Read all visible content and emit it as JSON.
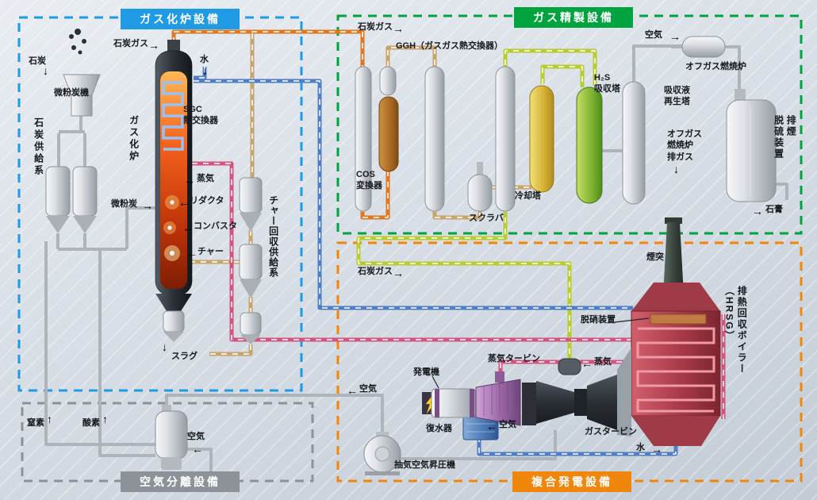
{
  "sections": {
    "gasifier": {
      "title": "ガス化炉設備",
      "accent": "#1e9be4"
    },
    "purification": {
      "title": "ガス精製設備",
      "accent": "#00a33e"
    },
    "air_separation": {
      "title": "空気分離設備",
      "accent": "#8d9298"
    },
    "power": {
      "title": "複合発電設備",
      "accent": "#f1860c"
    }
  },
  "palette": {
    "pipe_coal_gas": "#e07820",
    "pipe_char": "#c9a46a",
    "pipe_water": "#4f7ec9",
    "pipe_steam": "#d6537e",
    "pipe_clean_gas": "#b9cc2e",
    "pipe_utility": "#aeb4ba"
  },
  "icons": {
    "up": "↑",
    "down": "↓",
    "left": "←",
    "right": "→"
  },
  "gasifier_labels": {
    "coal": "石炭",
    "pulverizer": "微粉炭機",
    "coal_supply_system": "石炭供給系",
    "coal_gas": "石炭ガス",
    "water": "水",
    "gasifier": "ガス化炉",
    "sgc_hx": "SGC\n熱交換器",
    "steam": "蒸気",
    "reductor": "リダクタ",
    "combustor": "コンバスタ",
    "char": "チャー",
    "pulverized_coal": "微粉炭",
    "char_recovery_system": "チャー回収供給系",
    "slag": "スラグ"
  },
  "purification_labels": {
    "coal_gas": "石炭ガス",
    "ggh": "GGH（ガスガス熱交換器）",
    "cos_converter": "COS\n変換器",
    "scrubber": "スクラバ",
    "cooling_tower": "冷却塔",
    "h2s_absorber": "H₂S\n吸収塔",
    "regenerator": "吸収液\n再生塔",
    "air": "空気",
    "offgas_furnace": "オフガス燃焼炉",
    "offgas_exhaust": "オフガス\n燃焼炉\n排ガス",
    "fgd": "排煙\n脱硫装置",
    "gypsum": "石膏"
  },
  "air_separation_labels": {
    "nitrogen": "窒素",
    "oxygen": "酸素",
    "air": "空気"
  },
  "power_labels": {
    "coal_gas": "石炭ガス",
    "stack": "煙突",
    "denox": "脱硝装置",
    "hrsg": "排熱回収ボイラー\n（HRSG）",
    "steam_turbine": "蒸気タービン",
    "generator": "発電機",
    "steam": "蒸気",
    "condenser": "復水器",
    "gt_air": "空気",
    "gas_turbine": "ガスタービン",
    "water": "水",
    "air_booster": "抽気空気昇圧機",
    "extracted_air": "空気"
  }
}
